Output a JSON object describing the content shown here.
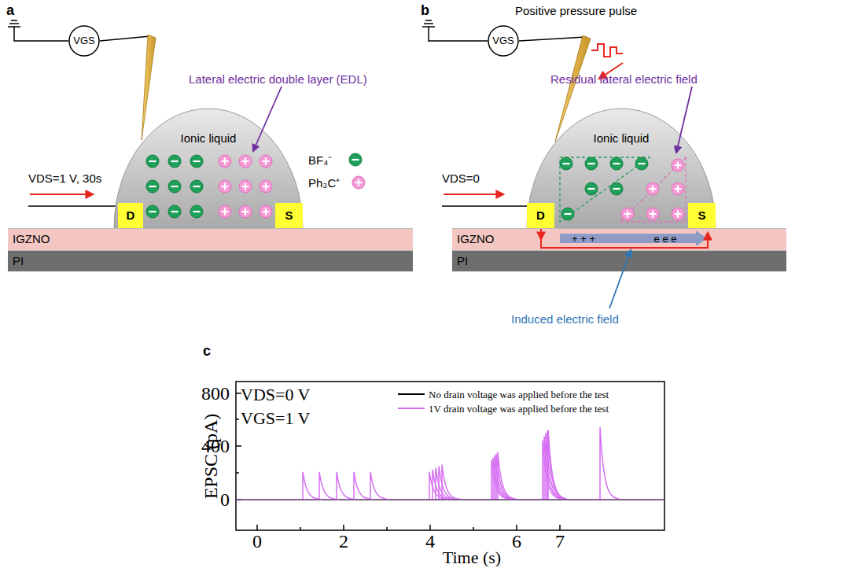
{
  "diagram": {
    "nodes": [
      {
        "text": [
          "VGS"
        ]
      },
      {
        "text": [
          "Ionic liquid"
        ]
      },
      {
        "text": [
          "D"
        ]
      },
      {
        "text": [
          "S"
        ]
      },
      {
        "text": [
          "IGZNO"
        ]
      },
      {
        "text": [
          "PI"
        ]
      },
      {
        "text": [
          "VGS"
        ]
      },
      {
        "text": [
          "Ionic liquid"
        ]
      },
      {
        "text": [
          "D"
        ]
      },
      {
        "text": [
          "S"
        ]
      },
      {
        "text": [
          "IGZNO"
        ]
      },
      {
        "text": [
          "PI"
        ]
      }
    ],
    "labels": [
      "a",
      "VDS=1 V, 30s",
      "Lateral electric double layer (EDL)",
      "BF₄⁻",
      "Ph₃C⁺",
      "b",
      "Positive pressure pulse",
      "VDS=0",
      "Residual lateral electric field",
      "+ + +",
      "e e e",
      "Induced electric field",
      "c",
      "VDS=0 V",
      "VGS=1 V",
      "EPSC (pA)",
      "800",
      "400",
      "0",
      "0",
      "2",
      "4",
      "6",
      "7",
      "Time (s)"
    ],
    "legend": [
      {
        "text": "No drain voltage was applied before the test"
      },
      {
        "text": "1V drain voltage was applied before the test"
      }
    ]
  }
}
